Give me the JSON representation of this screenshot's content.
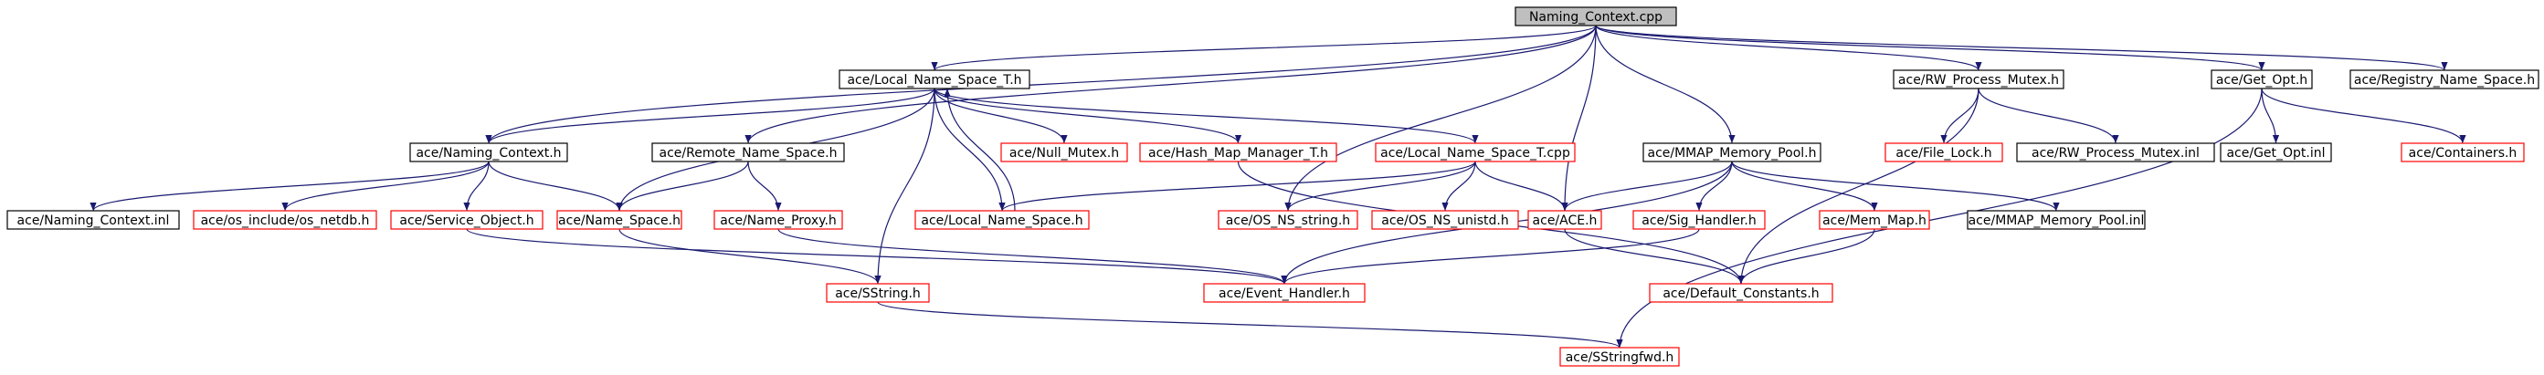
{
  "colors": {
    "edge": "#191970",
    "border_documented": "#000000",
    "border_undocumented": "#ff0000",
    "root_fill": "#bfbfbf"
  },
  "nodes": [
    {
      "id": "root",
      "label": "Naming_Context.cpp",
      "root": true
    },
    {
      "id": "lnst_h",
      "label": "ace/Local_Name_Space_T.h"
    },
    {
      "id": "rwpm_h",
      "label": "ace/RW_Process_Mutex.h"
    },
    {
      "id": "getopt_h",
      "label": "ace/Get_Opt.h"
    },
    {
      "id": "regns_h",
      "label": "ace/Registry_Name_Space.h"
    },
    {
      "id": "nc_h",
      "label": "ace/Naming_Context.h"
    },
    {
      "id": "rns_h",
      "label": "ace/Remote_Name_Space.h"
    },
    {
      "id": "nullmutex_h",
      "label": "ace/Null_Mutex.h",
      "undocumented": true
    },
    {
      "id": "hmm_h",
      "label": "ace/Hash_Map_Manager_T.h",
      "undocumented": true
    },
    {
      "id": "lnst_cpp",
      "label": "ace/Local_Name_Space_T.cpp",
      "undocumented": true
    },
    {
      "id": "mmp_h",
      "label": "ace/MMAP_Memory_Pool.h"
    },
    {
      "id": "filelock_h",
      "label": "ace/File_Lock.h",
      "undocumented": true
    },
    {
      "id": "rwpm_inl",
      "label": "ace/RW_Process_Mutex.inl"
    },
    {
      "id": "getopt_inl",
      "label": "ace/Get_Opt.inl"
    },
    {
      "id": "containers_h",
      "label": "ace/Containers.h",
      "undocumented": true
    },
    {
      "id": "nc_inl",
      "label": "ace/Naming_Context.inl"
    },
    {
      "id": "netdb_h",
      "label": "ace/os_include/os_netdb.h",
      "undocumented": true
    },
    {
      "id": "so_h",
      "label": "ace/Service_Object.h",
      "undocumented": true
    },
    {
      "id": "ns_h",
      "label": "ace/Name_Space.h",
      "undocumented": true
    },
    {
      "id": "nproxy_h",
      "label": "ace/Name_Proxy.h",
      "undocumented": true
    },
    {
      "id": "lns_h",
      "label": "ace/Local_Name_Space.h",
      "undocumented": true
    },
    {
      "id": "osns_string_h",
      "label": "ace/OS_NS_string.h",
      "undocumented": true
    },
    {
      "id": "osns_unistd_h",
      "label": "ace/OS_NS_unistd.h",
      "undocumented": true
    },
    {
      "id": "ace_h",
      "label": "ace/ACE.h",
      "undocumented": true
    },
    {
      "id": "sig_h",
      "label": "ace/Sig_Handler.h",
      "undocumented": true
    },
    {
      "id": "memmap_h",
      "label": "ace/Mem_Map.h",
      "undocumented": true
    },
    {
      "id": "mmp_inl",
      "label": "ace/MMAP_Memory_Pool.inl"
    },
    {
      "id": "sstring_h",
      "label": "ace/SString.h",
      "undocumented": true
    },
    {
      "id": "evh_h",
      "label": "ace/Event_Handler.h",
      "undocumented": true
    },
    {
      "id": "defc_h",
      "label": "ace/Default_Constants.h",
      "undocumented": true
    },
    {
      "id": "sstringfwd_h",
      "label": "ace/SStringfwd.h",
      "undocumented": true
    }
  ],
  "edges": [
    [
      "root",
      "lnst_h"
    ],
    [
      "root",
      "rwpm_h"
    ],
    [
      "root",
      "getopt_h"
    ],
    [
      "root",
      "regns_h"
    ],
    [
      "root",
      "nc_h"
    ],
    [
      "root",
      "rns_h"
    ],
    [
      "root",
      "mmp_h"
    ],
    [
      "root",
      "osns_string_h"
    ],
    [
      "root",
      "ace_h"
    ],
    [
      "lnst_h",
      "nc_h"
    ],
    [
      "lnst_h",
      "ns_h"
    ],
    [
      "lnst_h",
      "nullmutex_h"
    ],
    [
      "lnst_h",
      "hmm_h"
    ],
    [
      "lnst_h",
      "lnst_cpp"
    ],
    [
      "lnst_h",
      "lns_h"
    ],
    [
      "lnst_h",
      "sstring_h"
    ],
    [
      "lns_h",
      "lnst_h"
    ],
    [
      "rwpm_h",
      "filelock_h"
    ],
    [
      "rwpm_h",
      "rwpm_inl"
    ],
    [
      "rwpm_h",
      "defc_h"
    ],
    [
      "getopt_h",
      "getopt_inl"
    ],
    [
      "getopt_h",
      "containers_h"
    ],
    [
      "getopt_h",
      "sstringfwd_h"
    ],
    [
      "nc_h",
      "nc_inl"
    ],
    [
      "nc_h",
      "netdb_h"
    ],
    [
      "nc_h",
      "so_h"
    ],
    [
      "nc_h",
      "ns_h"
    ],
    [
      "rns_h",
      "ns_h"
    ],
    [
      "rns_h",
      "nproxy_h"
    ],
    [
      "hmm_h",
      "defc_h"
    ],
    [
      "lnst_cpp",
      "lns_h"
    ],
    [
      "lnst_cpp",
      "osns_string_h"
    ],
    [
      "lnst_cpp",
      "osns_unistd_h"
    ],
    [
      "lnst_cpp",
      "ace_h"
    ],
    [
      "mmp_h",
      "ace_h"
    ],
    [
      "mmp_h",
      "sig_h"
    ],
    [
      "mmp_h",
      "memmap_h"
    ],
    [
      "mmp_h",
      "mmp_inl"
    ],
    [
      "mmp_h",
      "evh_h"
    ],
    [
      "so_h",
      "evh_h"
    ],
    [
      "ns_h",
      "sstring_h"
    ],
    [
      "nproxy_h",
      "evh_h"
    ],
    [
      "ace_h",
      "defc_h"
    ],
    [
      "sig_h",
      "evh_h"
    ],
    [
      "memmap_h",
      "defc_h"
    ],
    [
      "sstring_h",
      "sstringfwd_h"
    ]
  ]
}
